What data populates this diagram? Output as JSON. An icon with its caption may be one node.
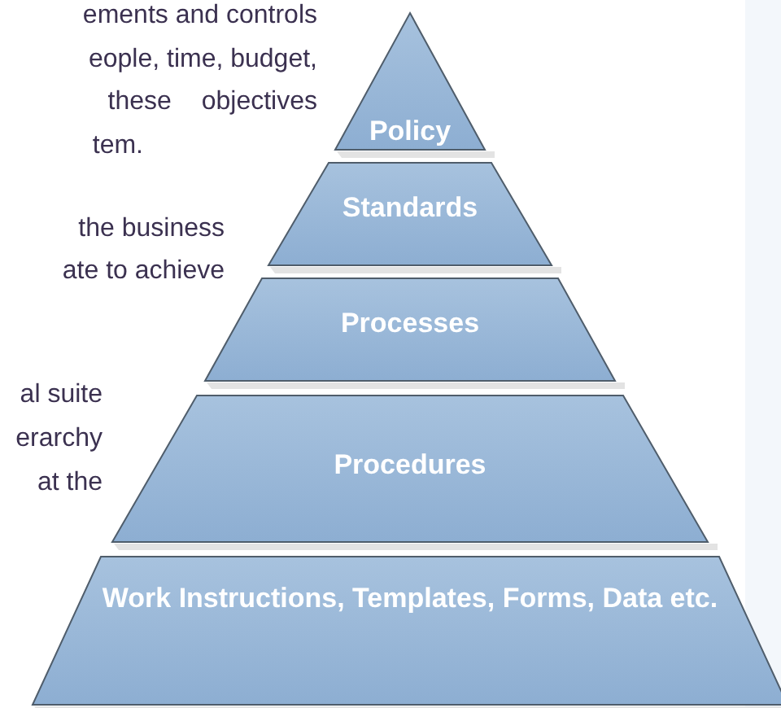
{
  "diagram": {
    "nodes": [
      {
        "text": [
          "Policy"
        ]
      },
      {
        "text": [
          "Standards"
        ]
      },
      {
        "text": [
          "Processes"
        ]
      },
      {
        "text": [
          "Procedures"
        ]
      },
      {
        "text": [
          "Work Instructions, Templates, Forms, Data etc."
        ]
      }
    ],
    "labels": [
      "ements and controls",
      "eople, time, budget,",
      "these objectives",
      "tem.",
      "the business",
      "ate to achieve",
      "al suite",
      "erarchy",
      "at the"
    ]
  }
}
